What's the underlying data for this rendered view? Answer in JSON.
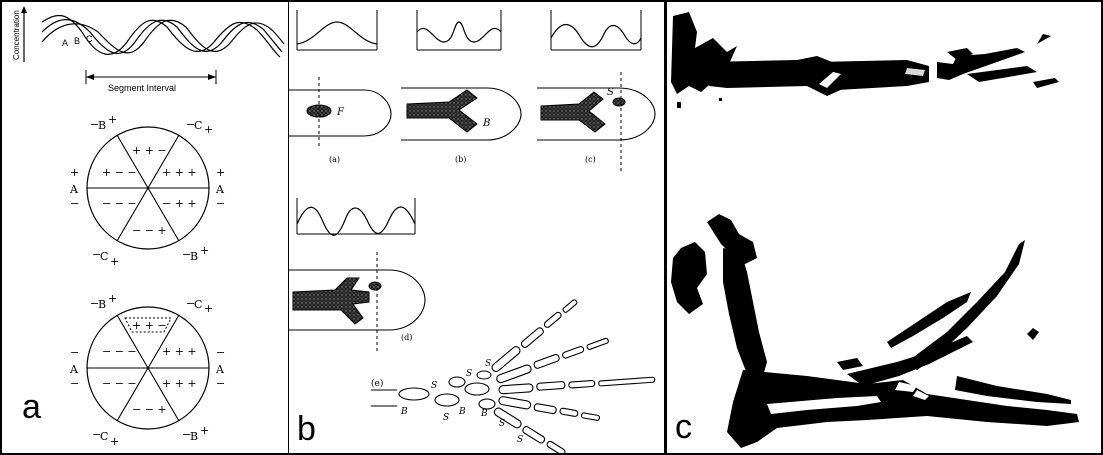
{
  "panel_a": {
    "letter": "a",
    "axis_label": "Concentration",
    "wave_labels": [
      "A",
      "B",
      "C"
    ],
    "interval_label": "Segment Interval",
    "circle1": {
      "edge_labels": {
        "top_left": "B",
        "top_right": "C",
        "left": "A",
        "right": "A",
        "bottom_left": "C",
        "bottom_right": "B"
      },
      "sectors": {
        "top": "+ + −",
        "upper_left": "+ − −",
        "upper_right": "+ + +",
        "lower_left": "− − −",
        "lower_right": "− + +",
        "bottom": "− − +"
      }
    },
    "circle2": {
      "edge_labels": {
        "top_left": "B",
        "top_right": "C",
        "left": "A",
        "right": "A",
        "bottom_left": "C",
        "bottom_right": "B"
      },
      "sectors": {
        "top": "+ + −",
        "upper_left": "− − −",
        "upper_right": "+ + +",
        "lower_left": "− − −",
        "lower_right": "+ + +",
        "bottom": "− − +"
      }
    }
  },
  "panel_b": {
    "letter": "b",
    "subpanels": [
      {
        "tag": "(a)",
        "shape_label": "F"
      },
      {
        "tag": "(b)",
        "shape_label": "B"
      },
      {
        "tag": "(c)",
        "shape_label": "S"
      },
      {
        "tag": "(d)",
        "shape_label": ""
      },
      {
        "tag": "(e)",
        "shape_label": ""
      }
    ],
    "bone_labels": [
      "S",
      "S",
      "S",
      "B",
      "B",
      "B",
      "S",
      "S",
      "S"
    ]
  },
  "panel_c": {
    "letter": "c"
  }
}
